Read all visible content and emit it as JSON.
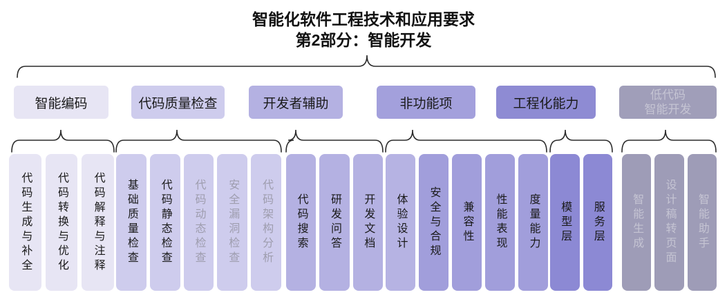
{
  "title": {
    "line1": "智能化软件工程技术和应用要求",
    "line2": "第2部分：智能开发"
  },
  "palette": {
    "group1": "#E7E5F4",
    "group2": "#CECCED",
    "group3": "#B4B1E2",
    "group4_header": "#A3A0DC",
    "group4_item_light": "#B6B3E3",
    "group4_item": "#A19EDB",
    "group5": "#8E8BD3",
    "group6": "#A09EB9",
    "text_dark": "#1a1a1a",
    "text_muted_gray": "#9E9DAE",
    "text_muted_light": "#C5C4D3",
    "brace_stroke": "#2b2b2b"
  },
  "groups": [
    {
      "label": "智能编码",
      "items": [
        {
          "label": "代码生成与补全"
        },
        {
          "label": "代码转换与优化"
        },
        {
          "label": "代码解释与注释"
        }
      ]
    },
    {
      "label": "代码质量检查",
      "items": [
        {
          "label": "基础质量检查"
        },
        {
          "label": "代码静态检查"
        },
        {
          "label": "代码动态检查",
          "muted": true
        },
        {
          "label": "安全漏洞检查",
          "muted": true
        },
        {
          "label": "代码架构分析",
          "muted": true
        }
      ]
    },
    {
      "label": "开发者辅助",
      "items": [
        {
          "label": "代码搜索"
        },
        {
          "label": "研发问答"
        },
        {
          "label": "开发文档"
        }
      ]
    },
    {
      "label": "非功能项",
      "items": [
        {
          "label": "体验设计"
        },
        {
          "label": "安全与合规"
        },
        {
          "label": "兼容性"
        },
        {
          "label": "性能表现"
        },
        {
          "label": "度量能力"
        }
      ]
    },
    {
      "label": "工程化能力",
      "items": [
        {
          "label": "模型层"
        },
        {
          "label": "服务层"
        }
      ]
    },
    {
      "label": "低代码智能开发",
      "label_line1": "低代码",
      "label_line2": "智能开发",
      "muted": true,
      "items": [
        {
          "label": "智能生成",
          "muted": true
        },
        {
          "label": "设计稿转页面",
          "muted": true
        },
        {
          "label": "智能助手",
          "muted": true
        }
      ]
    }
  ]
}
